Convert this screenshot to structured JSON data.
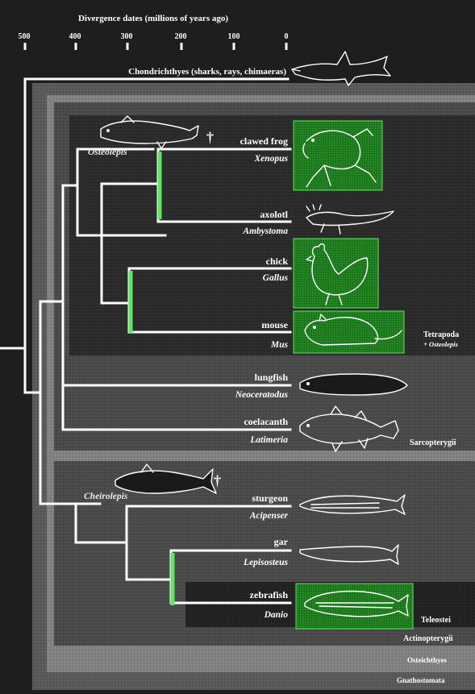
{
  "axis": {
    "title": "Divergence dates (millions of years ago)",
    "ticks": [
      "500",
      "400",
      "300",
      "200",
      "100",
      "0"
    ]
  },
  "taxa": {
    "chondrichthyes": "Chondrichthyes (sharks, rays, chimaeras)",
    "osteolepis": "Osteolepis",
    "clawed_frog": "clawed frog",
    "xenopus": "Xenopus",
    "axolotl": "axolotl",
    "ambystoma": "Ambystoma",
    "chick": "chick",
    "gallus": "Gallus",
    "mouse": "mouse",
    "mus": "Mus",
    "lungfish": "lungfish",
    "neoceratodus": "Neoceratodus",
    "coelacanth": "coelacanth",
    "latimeria": "Latimeria",
    "cheirolepis": "Cheirolepis",
    "sturgeon": "sturgeon",
    "acipenser": "Acipenser",
    "gar": "gar",
    "lepisosteus": "Lepisosteus",
    "zebrafish": "zebrafish",
    "danio": "Danio"
  },
  "clades": {
    "tetrapoda": "Tetrapoda",
    "tetrapoda_note": "+ Osteolepis",
    "sarcopterygii": "Sarcopterygii",
    "teleostei": "Teleostei",
    "actinopterygii": "Actinopterygii",
    "osteichthyes": "Osteichthyes",
    "gnathostomata": "Gnathostomata"
  },
  "symbols": {
    "extinct": "†"
  },
  "colors": {
    "background": "#1e1e1e",
    "gnathostomata_box": "#5a5a5a",
    "osteichthyes_box": "#828282",
    "sarcopterygii_box": "#4a4a4a",
    "tetrapoda_box": "#2b2b2b",
    "actinopterygii_box": "#4a4a4a",
    "teleostei_box": "#222222",
    "highlight_green": "#5ee85e",
    "photo_green": "#1f7d1f"
  },
  "icons": [
    "shark-icon",
    "osteolepis-fish-icon",
    "frog-icon",
    "axolotl-icon",
    "chicken-icon",
    "mouse-icon",
    "lungfish-icon",
    "coelacanth-icon",
    "cheirolepis-fish-icon",
    "sturgeon-icon",
    "gar-icon",
    "zebrafish-icon"
  ]
}
